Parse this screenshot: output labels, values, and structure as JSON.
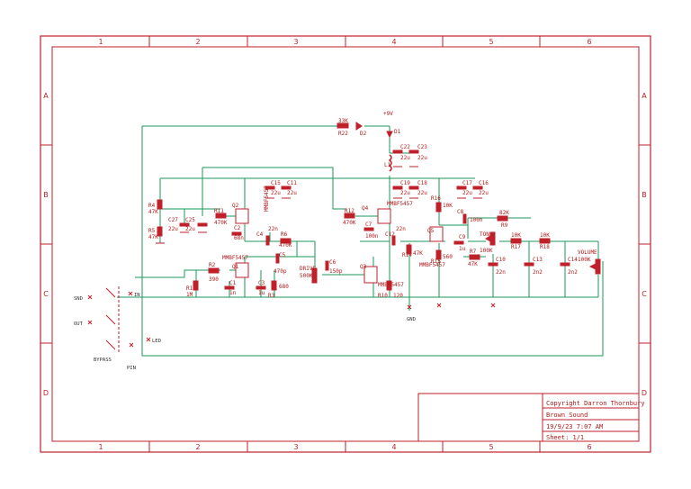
{
  "frame": {
    "columns": [
      "1",
      "2",
      "3",
      "4",
      "5",
      "6"
    ],
    "rows": [
      "A",
      "B",
      "C",
      "D"
    ]
  },
  "title_block": {
    "copyright": "Copyright Darron Thornbury",
    "title": "Brown Sound",
    "date": "19/9/23 7:07 AM",
    "sheet": "Sheet: 1/1"
  },
  "parts": {
    "r22": {
      "value": "33K",
      "name": "R22"
    },
    "d2": {
      "name": "D2"
    },
    "d1": {
      "name": "D1"
    },
    "v9": {
      "name": "+9V"
    },
    "c22": {
      "name": "C22",
      "value": "22u"
    },
    "c23": {
      "name": "C23",
      "value": "22u"
    },
    "l1": {
      "name": "L1"
    },
    "c15": {
      "name": "C15",
      "value": "22u"
    },
    "c11": {
      "name": "C11",
      "value": "22u"
    },
    "c19": {
      "name": "C19",
      "value": "22u"
    },
    "c18": {
      "name": "C18",
      "value": "22u"
    },
    "c17": {
      "name": "C17",
      "value": "22u"
    },
    "c16": {
      "name": "C16",
      "value": "22u"
    },
    "r4": {
      "name": "R4",
      "value": "47K"
    },
    "r5": {
      "name": "R5",
      "value": "47K"
    },
    "c27": {
      "name": "C27",
      "value": "22u"
    },
    "c25": {
      "name": "C25",
      "value": "22u"
    },
    "r11": {
      "name": "R11",
      "value": "470K"
    },
    "q2": {
      "name": "Q2",
      "model": "MMBF5457"
    },
    "c2": {
      "name": "C2",
      "value": "68n"
    },
    "c4": {
      "name": "C4",
      "value": "22n"
    },
    "r6": {
      "name": "R6",
      "value": "470K"
    },
    "r12": {
      "name": "R12",
      "value": "470K"
    },
    "q4": {
      "name": "Q4",
      "model": "MMBF5457"
    },
    "c7": {
      "name": "C7",
      "value": "100n"
    },
    "c12": {
      "name": "C12",
      "value": "22n"
    },
    "r14": {
      "name": "R14",
      "value": "47K"
    },
    "r16": {
      "name": "R16",
      "value": "10K"
    },
    "q5": {
      "name": "Q5",
      "model": "MMBF5457"
    },
    "r15": {
      "name": "R15",
      "value": "560"
    },
    "c8": {
      "name": "C8",
      "value": "100n"
    },
    "r9": {
      "name": "R9",
      "value": "82K"
    },
    "tone": {
      "name": "TONE",
      "value": "100K"
    },
    "c9": {
      "name": "C9",
      "value": "1u"
    },
    "r7": {
      "name": "R7",
      "value": "47K"
    },
    "c10": {
      "name": "C10",
      "value": "22n"
    },
    "r17": {
      "name": "R17",
      "value": "10K"
    },
    "r18": {
      "name": "R18",
      "value": "10K"
    },
    "c13": {
      "name": "C13",
      "value": "2n2"
    },
    "c14": {
      "name": "C14",
      "value": "2n2"
    },
    "volume": {
      "name": "VOLUME",
      "value": "100K"
    },
    "q1": {
      "name": "Q1",
      "model": "MMBF5457"
    },
    "c5": {
      "name": "C5",
      "value": "470p"
    },
    "drive": {
      "name": "DRIVE",
      "value": "500K"
    },
    "c6": {
      "name": "C6",
      "value": "150p"
    },
    "q3": {
      "name": "Q3",
      "model": "MMBF5457"
    },
    "r1": {
      "name": "R1",
      "value": "1M"
    },
    "r2": {
      "name": "R2",
      "value": "390"
    },
    "c1": {
      "name": "C1",
      "value": "1n"
    },
    "c3": {
      "name": "C3",
      "value": "1u"
    },
    "r3": {
      "name": "R3",
      "value": "680"
    },
    "r10": {
      "name": "R10",
      "value": "120"
    }
  },
  "nets": {
    "snd": "SND",
    "out": "OUT",
    "in": "IN",
    "led": "LED",
    "bypass": "BYPASS",
    "gnd": "GND",
    "pin": "PIN"
  }
}
